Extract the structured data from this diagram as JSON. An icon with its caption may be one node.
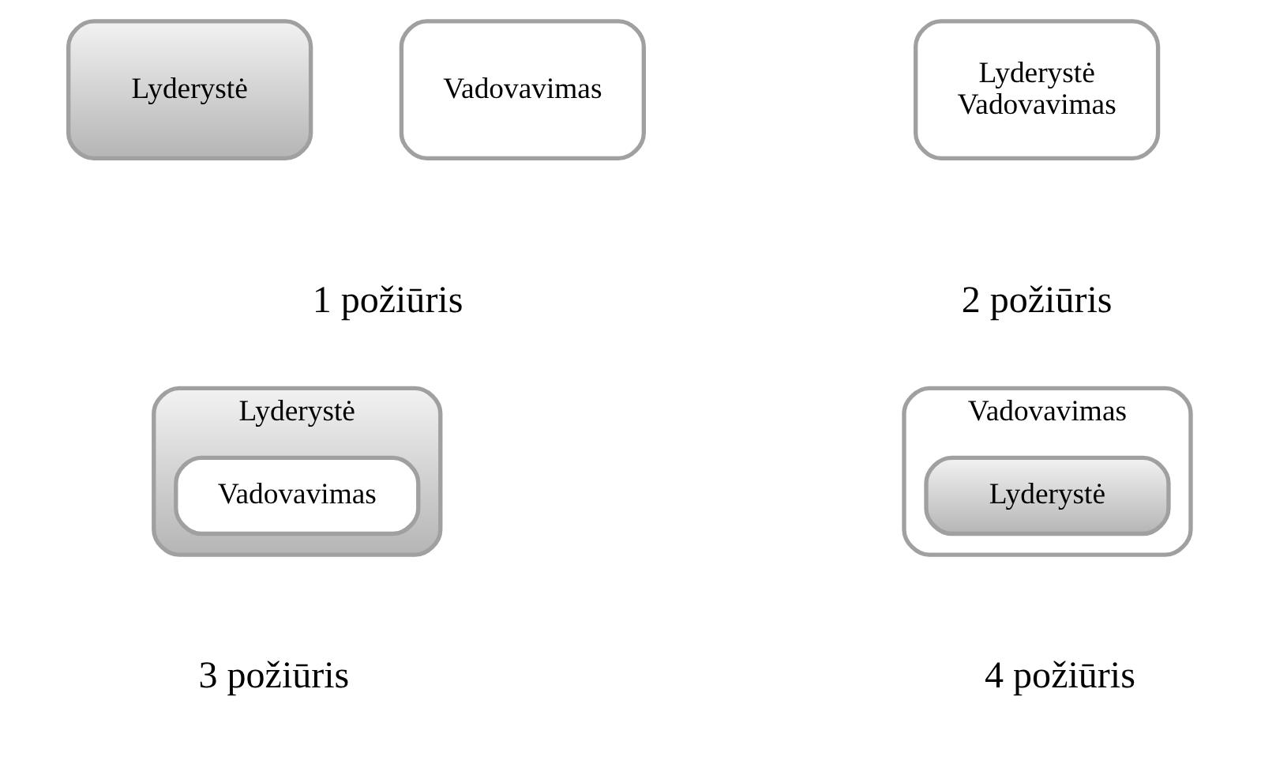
{
  "diagram": {
    "nodes": [
      {
        "text": [
          "Lyderystė"
        ]
      },
      {
        "text": [
          "Vadovavimas"
        ]
      },
      {
        "text": [
          "Lyderystė",
          "Vadovavimas"
        ]
      },
      {
        "text": [
          "Lyderystė"
        ]
      },
      {
        "text": [
          "Vadovavimas"
        ],
        "in": 3
      },
      {
        "text": [
          "Vadovavimas"
        ]
      },
      {
        "text": [
          "Lyderystė"
        ],
        "in": 5
      }
    ],
    "labels": [
      "1 požiūris",
      "2 požiūris",
      "3 požiūris",
      "4 požiūris"
    ]
  }
}
